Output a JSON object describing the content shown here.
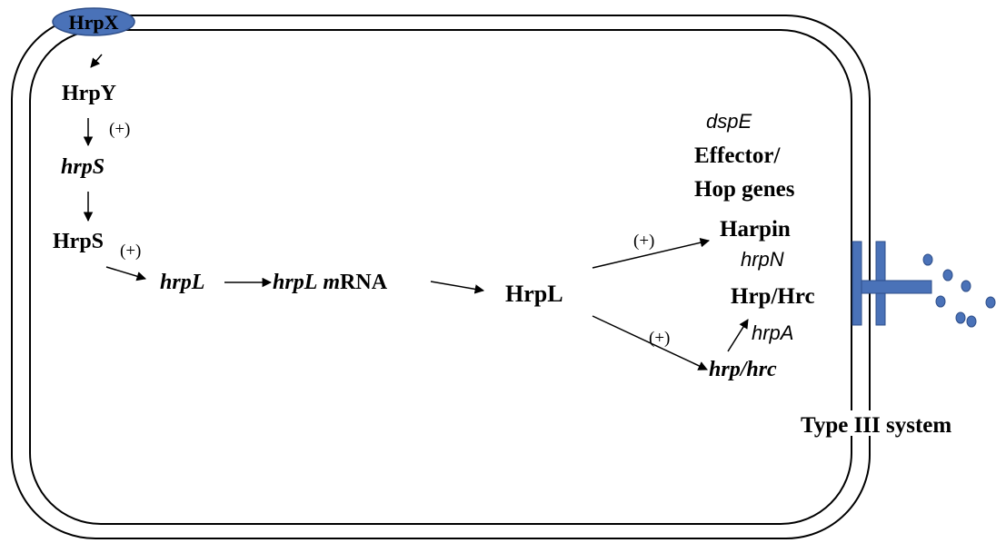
{
  "colors": {
    "membrane": "#000000",
    "protein_fill": "#4a72b8",
    "protein_stroke": "#2f4f8a",
    "text": "#000000"
  },
  "labels": {
    "hrpX": "HrpX",
    "hrpY": "HrpY",
    "plus1": "(+)",
    "hrpS_gene": "hrpS",
    "hrpS_protein": "HrpS",
    "plus2": "(+)",
    "hrpL_gene": "hrpL",
    "hrpL_mrna_gene": "hrpL",
    "hrpL_mrna_m": "m",
    "hrpL_mrna_rna": "RNA",
    "hrpL_protein": "HrpL",
    "plus3": "(+)",
    "plus4": "(+)",
    "dspE": "dspE",
    "effector_line1": "Effector/",
    "effector_line2": "Hop genes",
    "harpin": "Harpin",
    "hrpN": "hrpN",
    "hrp_hrc_protein": "Hrp/Hrc",
    "hrpA": "hrpA",
    "hrp_hrc_gene": "hrp/hrc",
    "type3": "Type III system"
  }
}
